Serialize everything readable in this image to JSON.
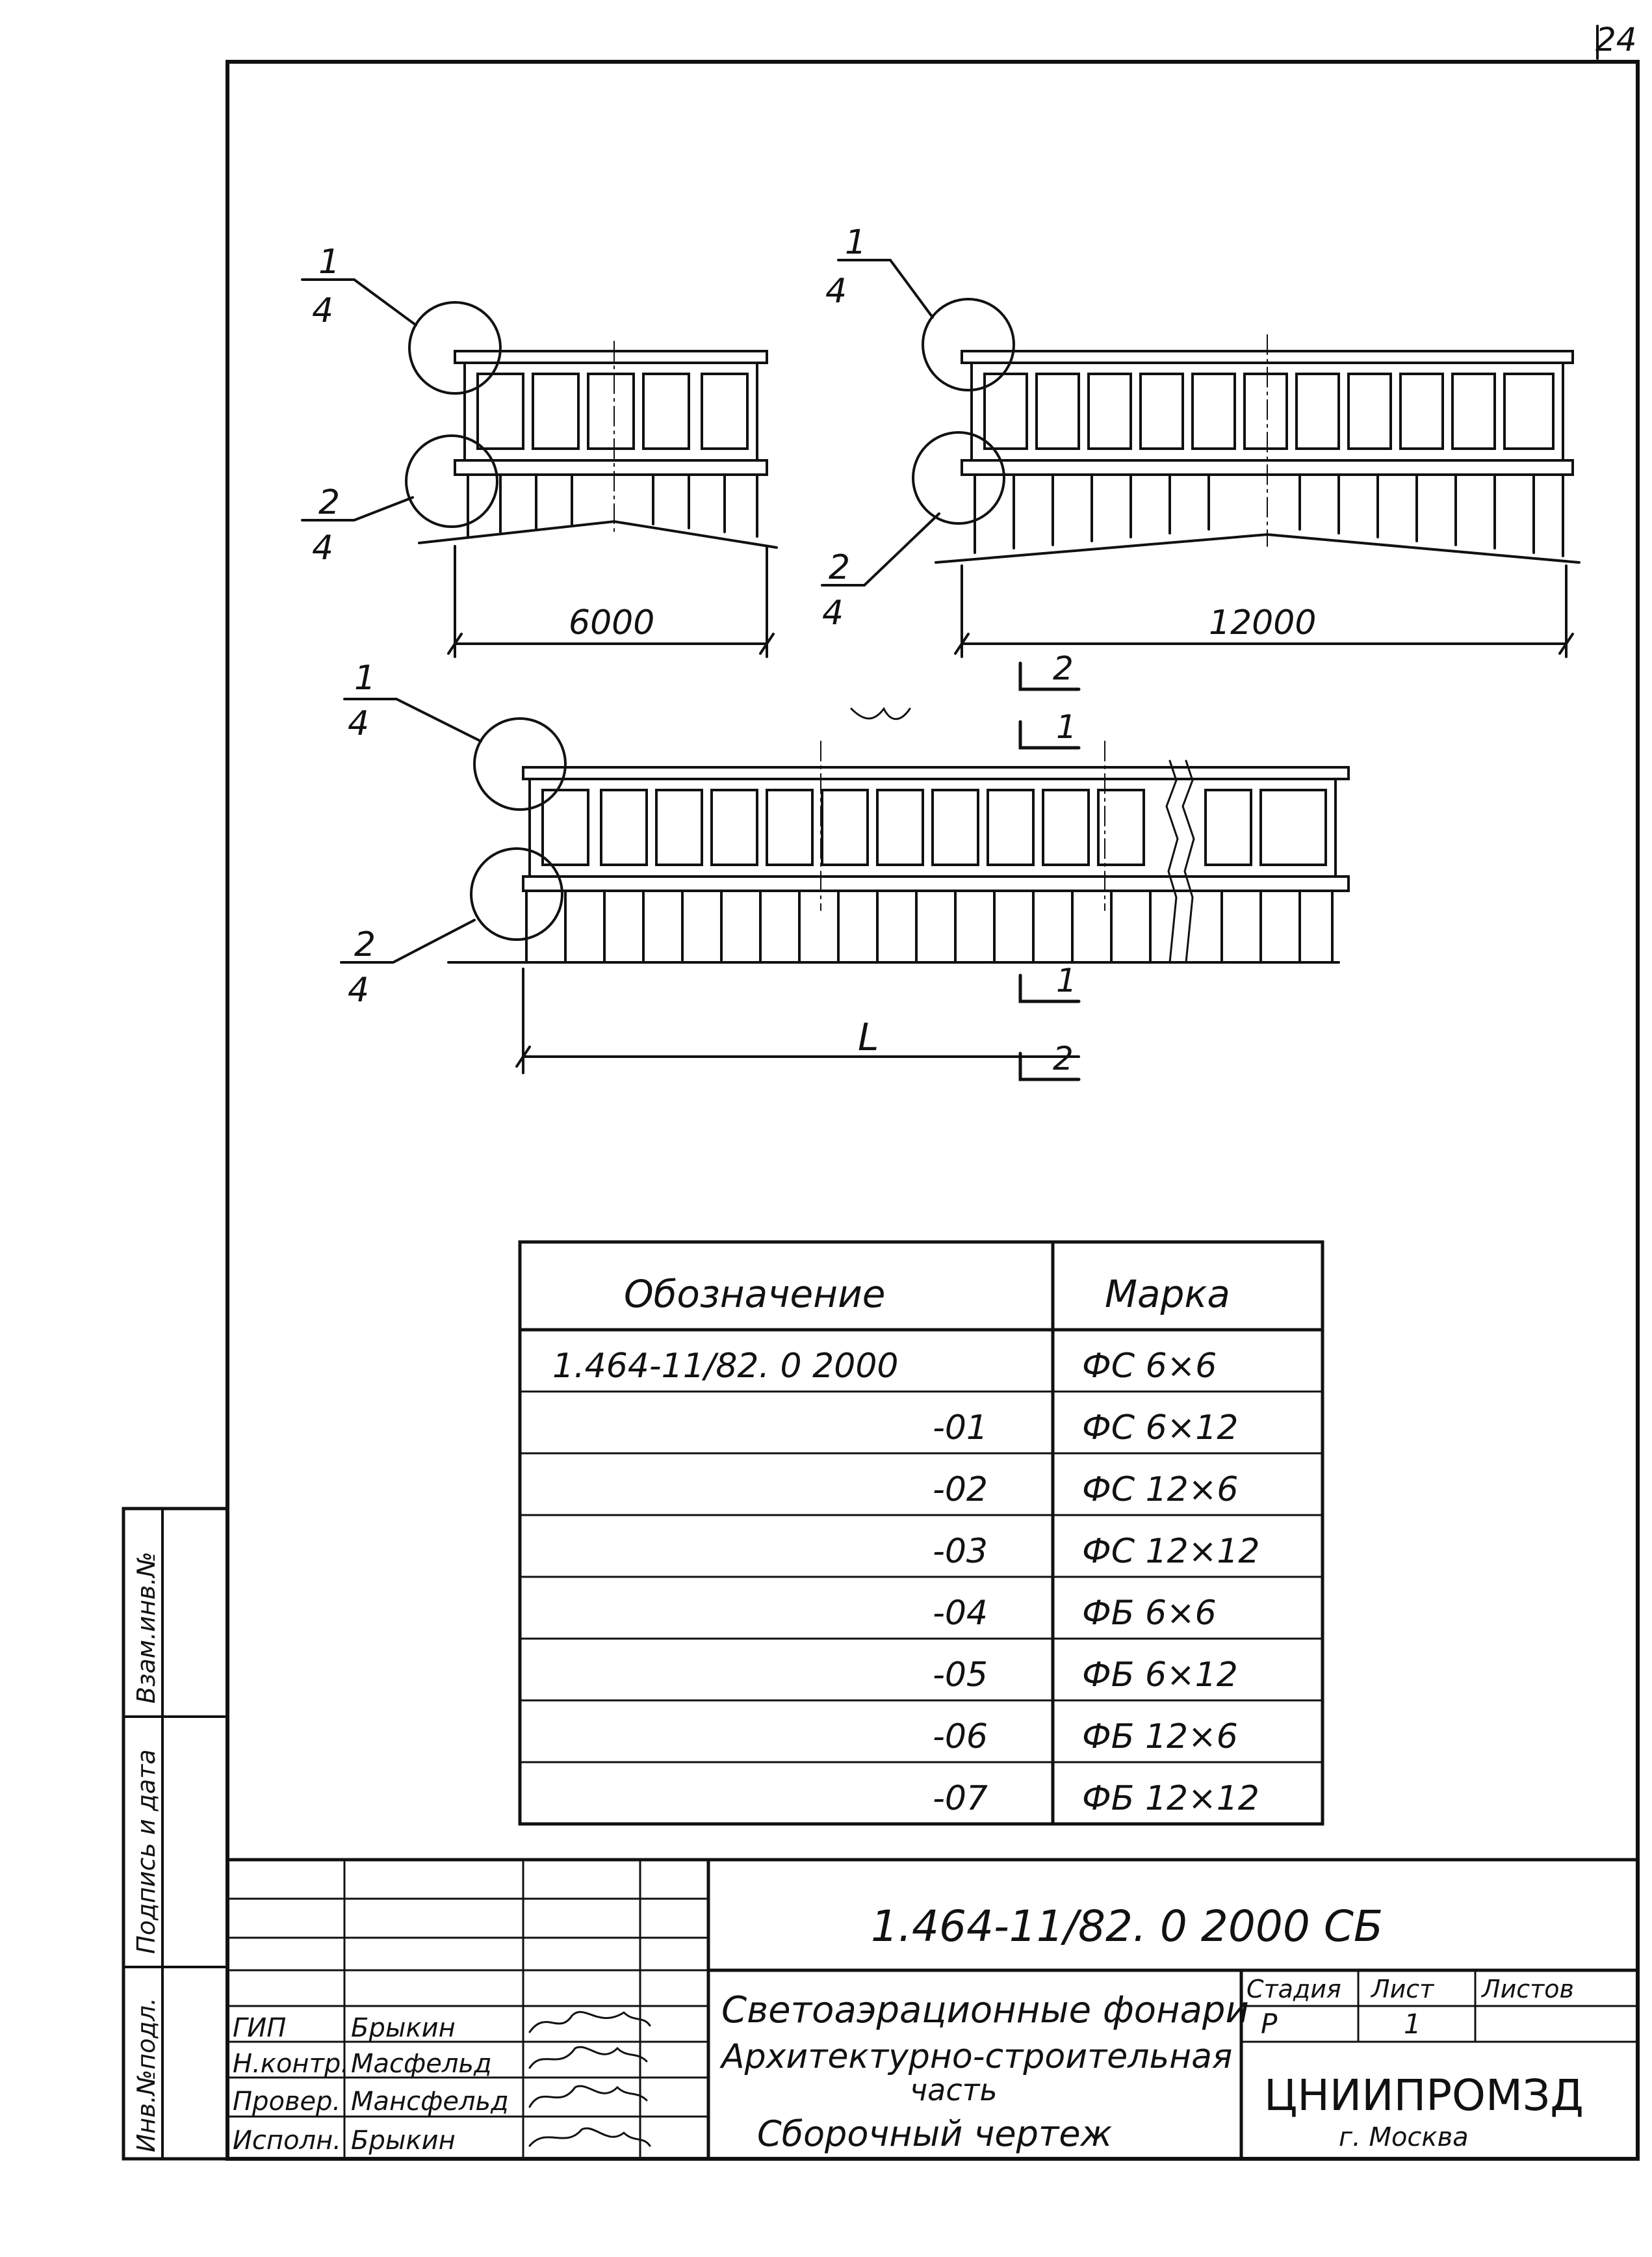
{
  "sheet_number": "24",
  "drawings": {
    "top_left": {
      "callout_top": [
        "1",
        "4"
      ],
      "callout_bottom": [
        "2",
        "4"
      ],
      "dimension": "6000"
    },
    "top_right": {
      "callout_top": [
        "1",
        "4"
      ],
      "callout_bottom": [
        "2",
        "4"
      ],
      "dimension": "12000"
    },
    "bottom": {
      "callout_top": [
        "1",
        "4"
      ],
      "callout_bottom": [
        "2",
        "4"
      ],
      "dimension": "L",
      "section_marks": {
        "upper_2": "2",
        "upper_1": "1",
        "lower_1": "1",
        "lower_2": "2"
      }
    }
  },
  "table": {
    "headers": [
      "Обозначение",
      "Марка"
    ],
    "rows": [
      {
        "designation": "1.464-11/82. 0 2000",
        "mark": "ФС 6×6"
      },
      {
        "designation": "-01",
        "mark": "ФС 6×12"
      },
      {
        "designation": "-02",
        "mark": "ФС 12×6"
      },
      {
        "designation": "-03",
        "mark": "ФС 12×12"
      },
      {
        "designation": "-04",
        "mark": "ФБ 6×6"
      },
      {
        "designation": "-05",
        "mark": "ФБ 6×12"
      },
      {
        "designation": "-06",
        "mark": "ФБ 12×6"
      },
      {
        "designation": "-07",
        "mark": "ФБ 12×12"
      }
    ]
  },
  "side_stamp": {
    "labels": [
      "Инв.№подл.",
      "Подпись и дата",
      "Взам.инв.№"
    ]
  },
  "title_block": {
    "code": "1.464-11/82. 0 2000 СБ",
    "title_lines": [
      "Светоаэрационные фонари",
      "Архитектурно-строительная",
      "часть",
      "Сборочный чертеж"
    ],
    "people": [
      {
        "role": "ГИП",
        "name": "Брыкин"
      },
      {
        "role": "Н.контр.",
        "name": "Масфельд"
      },
      {
        "role": "Провер.",
        "name": "Мансфельд"
      },
      {
        "role": "Исполн.",
        "name": "Брыкин"
      }
    ],
    "stage_header": "Стадия",
    "sheet_header": "Лист",
    "sheets_header": "Листов",
    "stage_value": "Р",
    "sheet_value": "1",
    "org": "ЦНИИПРОМЗД",
    "city": "г. Москва"
  }
}
